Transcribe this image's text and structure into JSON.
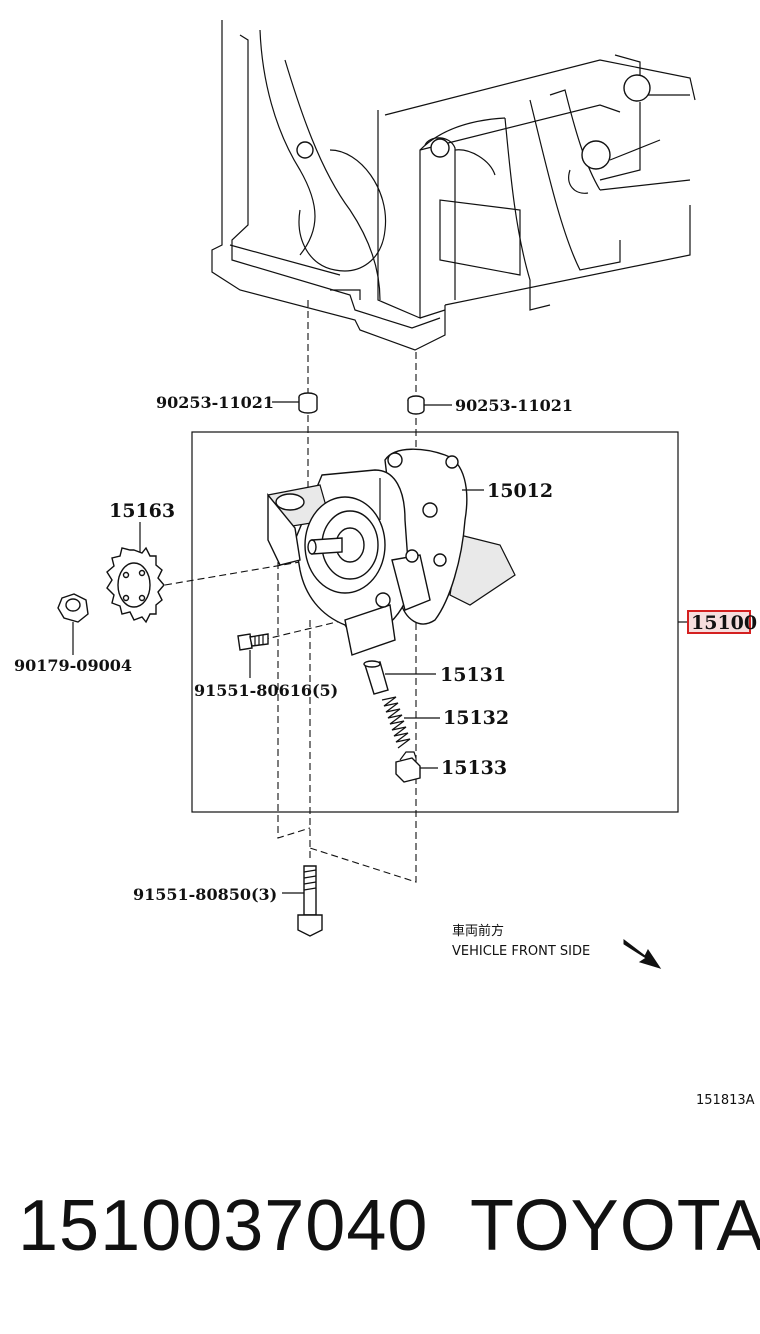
{
  "labels": {
    "washer_left": "90253-11021",
    "washer_right": "90253-11021",
    "sprocket": "15163",
    "pump_cover": "15012",
    "nut": "90179-09004",
    "bolt_small": "91551-80616(5)",
    "valve": "15131",
    "spring": "15132",
    "plug": "15133",
    "assembly": "15100",
    "bolt_long": "91551-80850(3)"
  },
  "direction": {
    "japanese": "車両前方",
    "english": "VEHICLE FRONT SIDE"
  },
  "diagram_code": "151813A",
  "footer": {
    "part_number": "1510037040",
    "brand": "TOYOTA"
  },
  "colors": {
    "highlight": "#d42020",
    "line": "#111111"
  }
}
